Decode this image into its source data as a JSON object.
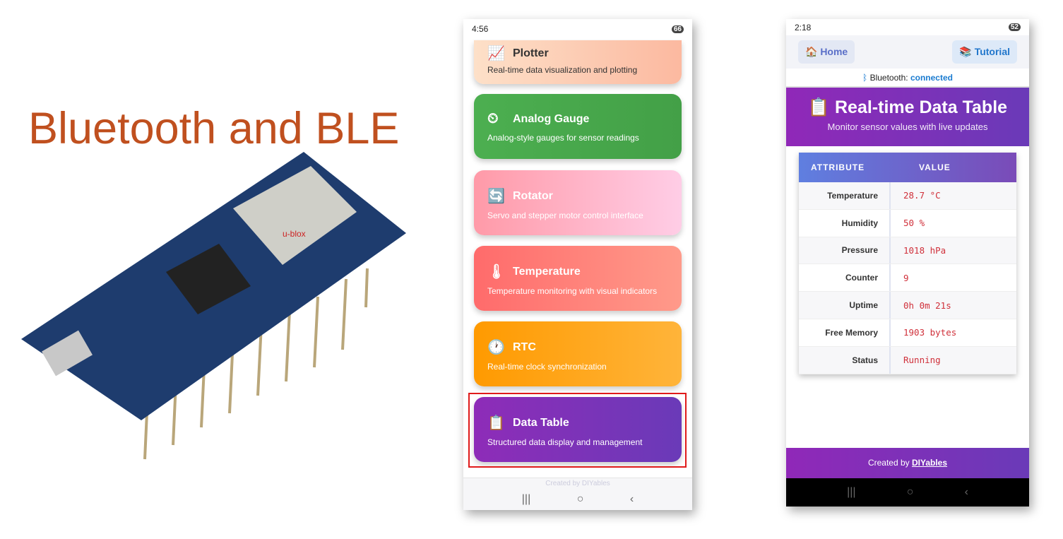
{
  "slide_title": "Bluetooth and BLE",
  "board_labels": {
    "module": "u-blox"
  },
  "phone1": {
    "status": {
      "time": "4:56",
      "battery": "66"
    },
    "cards": [
      {
        "icon": "chart-icon",
        "title": "Plotter",
        "desc": "Real-time data visualization and plotting",
        "color": "#fcc9ae"
      },
      {
        "icon": "gauge-icon",
        "title": "Analog Gauge",
        "desc": "Analog-style gauges for sensor readings",
        "color": "#4caf50"
      },
      {
        "icon": "rotate-icon",
        "title": "Rotator",
        "desc": "Servo and stepper motor control interface",
        "color": "#ff9eb5"
      },
      {
        "icon": "thermometer-icon",
        "title": "Temperature",
        "desc": "Temperature monitoring with visual indicators",
        "color": "#ff7878"
      },
      {
        "icon": "clock-icon",
        "title": "RTC",
        "desc": "Real-time clock synchronization",
        "color": "#ffa31a"
      },
      {
        "icon": "clipboard-icon",
        "title": "Data Table",
        "desc": "Structured data display and management",
        "color": "#8a2cb8"
      }
    ],
    "footer": "Created by DIYables"
  },
  "phone2": {
    "status": {
      "time": "2:18",
      "battery": "52"
    },
    "home": "🏠 Home",
    "tutorial": "📚 Tutorial",
    "bt_label": "Bluetooth:",
    "bt_status": "connected",
    "title": "📋 Real-time Data Table",
    "subtitle": "Monitor sensor values with live updates",
    "columns": [
      "ATTRIBUTE",
      "VALUE"
    ],
    "rows": [
      {
        "k": "Temperature",
        "v": "28.7 °C"
      },
      {
        "k": "Humidity",
        "v": "50 %"
      },
      {
        "k": "Pressure",
        "v": "1018 hPa"
      },
      {
        "k": "Counter",
        "v": "9"
      },
      {
        "k": "Uptime",
        "v": "0h 0m 21s"
      },
      {
        "k": "Free Memory",
        "v": "1903 bytes"
      },
      {
        "k": "Status",
        "v": "Running"
      }
    ],
    "footer_prefix": "Created by ",
    "footer_link": "DIYables"
  }
}
